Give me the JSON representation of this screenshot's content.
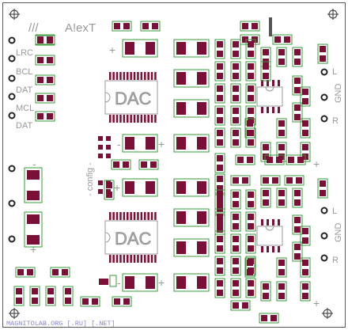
{
  "board": {
    "author": "A!exT",
    "slash_mark": "///",
    "footer": "MAGNITOLAB.ORG [.RU] [.NET]",
    "chip_top": "DAC",
    "chip_bottom": "DAC",
    "config_label": "- config -"
  },
  "left_labels": [
    "LRC",
    "BCL",
    "DAT",
    "MCL",
    "DAT"
  ],
  "right_top": [
    "L",
    "GND",
    "R"
  ],
  "right_bottom": [
    "L",
    "GND",
    "R"
  ],
  "marks": {
    "plus": "+",
    "minus": "-"
  },
  "colors": {
    "pad": "#7a1038",
    "outline": "#3a9a3a",
    "board": "#ffffff",
    "text": "#a0a0a0"
  }
}
